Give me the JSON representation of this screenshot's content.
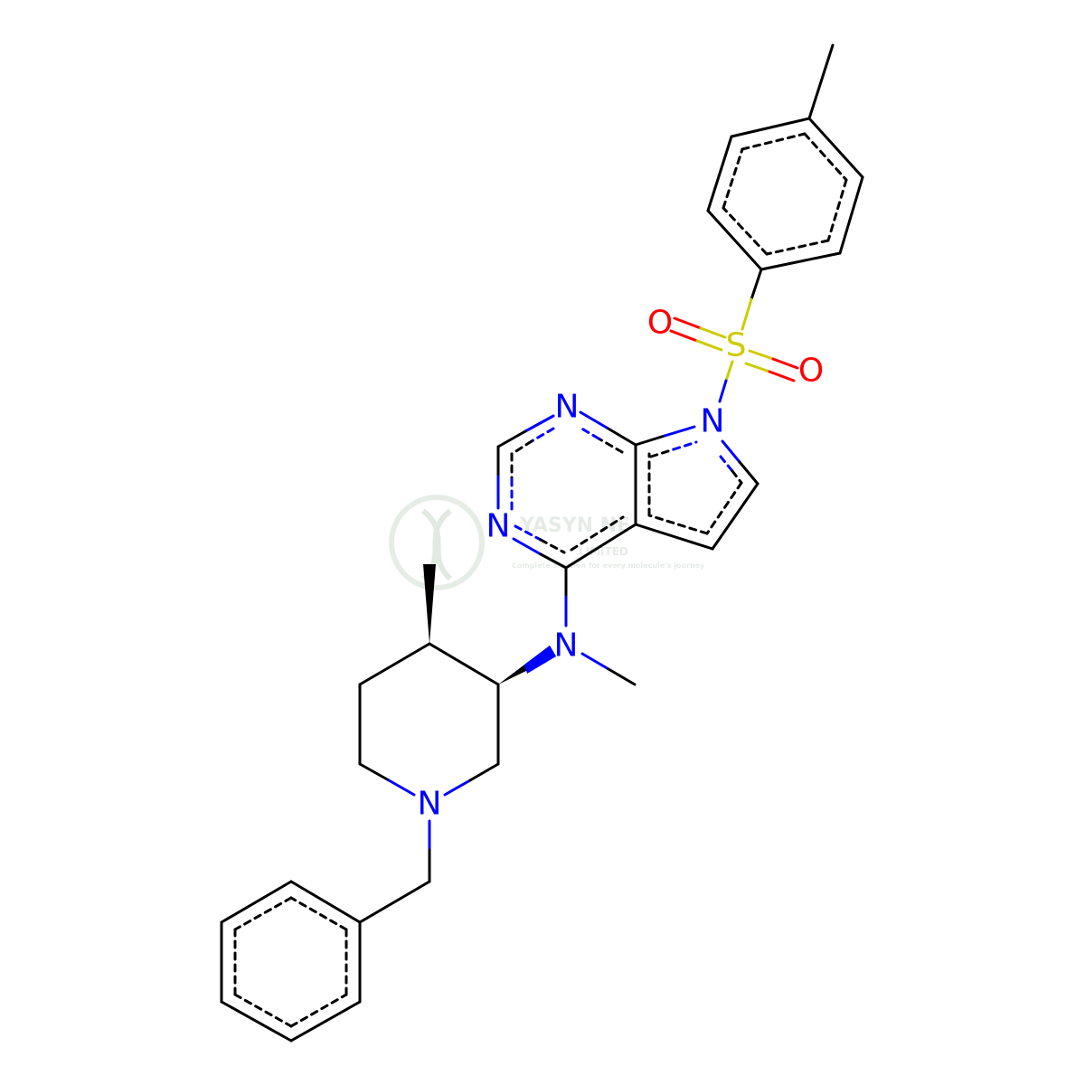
{
  "atoms": {
    "n_pyrimidine_top": "N",
    "n_pyrimidine_left": "N",
    "n_pyrrole": "N",
    "n_amine": "N",
    "n_piperidine": "N",
    "s_sulfonyl": "S",
    "o_sulfonyl_1": "O",
    "o_sulfonyl_2": "O"
  },
  "colors": {
    "carbon": "#000000",
    "nitrogen": "#0000ff",
    "oxygen": "#ff0000",
    "sulfur": "#cccc00",
    "watermark": "#c8d8c8"
  },
  "watermark": {
    "brand": "YASYN NE",
    "sub": "LIMITED",
    "tagline": "Complete solution for every molecule's journey"
  }
}
